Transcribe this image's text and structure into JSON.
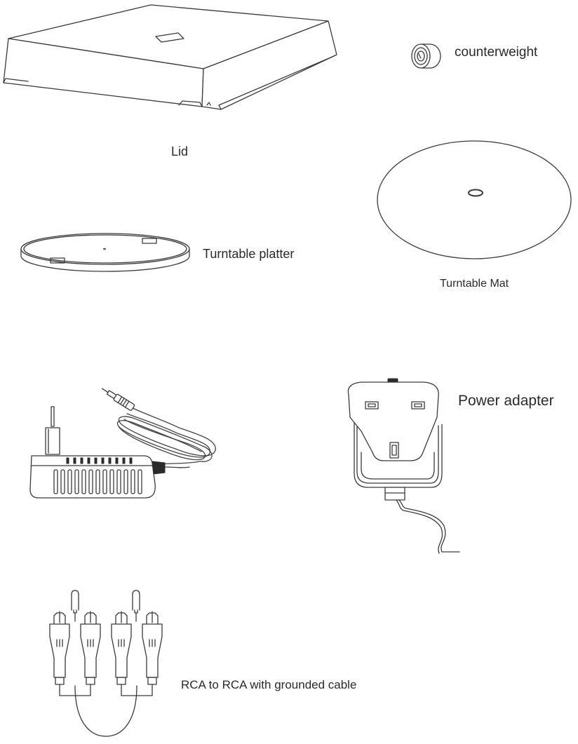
{
  "parts": {
    "lid": {
      "label": "Lid",
      "icon": "lid-icon"
    },
    "counterweight": {
      "label": "counterweight",
      "icon": "counterweight-icon"
    },
    "turntable_mat": {
      "label": "Turntable Mat",
      "icon": "turntable-mat-icon"
    },
    "turntable_platter": {
      "label": "Turntable platter",
      "icon": "turntable-platter-icon"
    },
    "eu_power_adapter": {
      "icon": "eu-power-adapter-icon"
    },
    "power_adapter": {
      "label": "Power adapter",
      "icon": "uk-power-adapter-icon"
    },
    "rca_cable": {
      "label": "RCA to RCA with grounded cable",
      "icon": "rca-cable-icon"
    }
  }
}
